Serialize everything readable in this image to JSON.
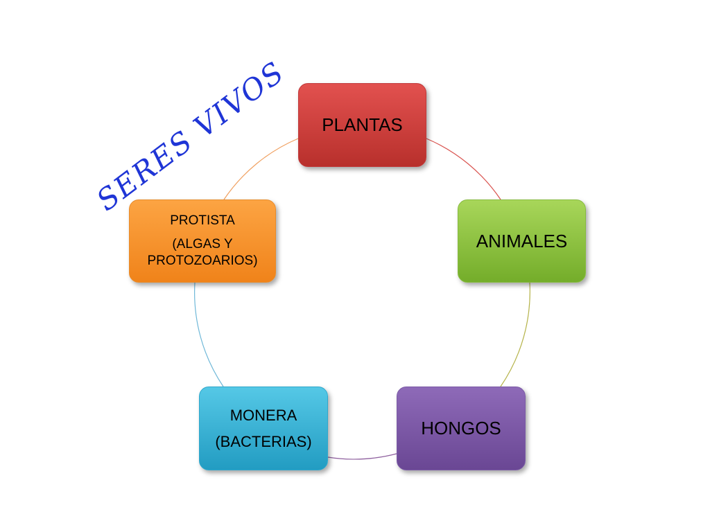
{
  "title": "SERES VIVOS",
  "nodes": {
    "plantas": {
      "label": "PLANTAS",
      "color": "#c8383a"
    },
    "animales": {
      "label": "ANIMALES",
      "color": "#8cc34a"
    },
    "hongos": {
      "label": "HONGOS",
      "color": "#7b56a6"
    },
    "monera": {
      "label": "MONERA",
      "sublabel": "(BACTERIAS)",
      "color": "#34afd2"
    },
    "protista": {
      "label": "PROTISTA",
      "sublabel_line1": "(ALGAS Y",
      "sublabel_line2": "PROTOZOARIOS)",
      "color": "#f7941e"
    }
  },
  "title_color": "#1f35d6",
  "connector_colors": {
    "plantas_animales": "#d9534f",
    "animales_hongos": "#b5b34a",
    "hongos_monera": "#8e5f9e",
    "monera_protista": "#6fb8d8",
    "protista_plantas": "#f0a060"
  }
}
